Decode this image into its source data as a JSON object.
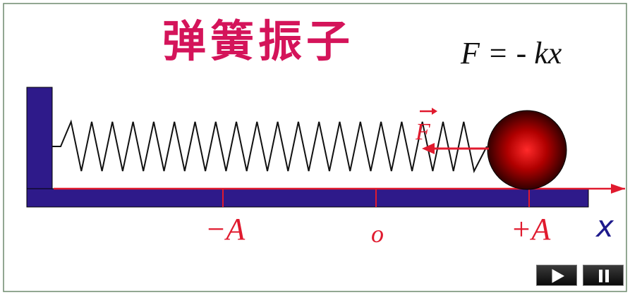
{
  "title": "弹簧振子",
  "formula": "F = - kx",
  "force": {
    "label": "F"
  },
  "axis": {
    "name": "x",
    "labels": {
      "neg": "−A",
      "origin": "o",
      "pos": "+A"
    }
  },
  "controls": {
    "play": "play-icon",
    "pause": "pause-icon"
  },
  "colors": {
    "title": "#d4145a",
    "accent": "#e01a2e",
    "frame": "#2e1a8a",
    "spring": "#111111",
    "ball_center": "#ff2020",
    "ball_edge": "#2a0000"
  }
}
